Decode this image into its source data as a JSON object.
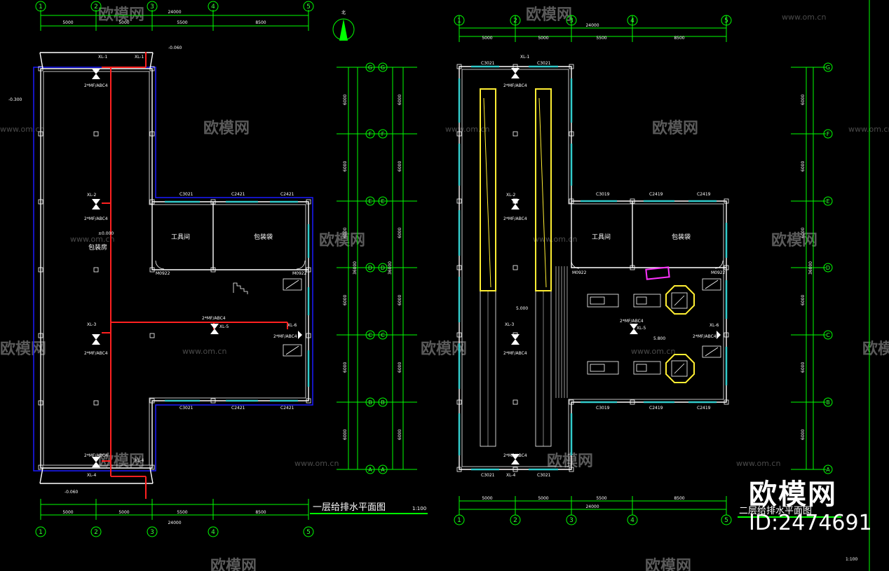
{
  "plans": {
    "first": {
      "title": "一层给排水平面图",
      "scale": "1:100",
      "axes_x": [
        "1",
        "2",
        "3",
        "4",
        "5"
      ],
      "axes_y": [
        "G",
        "F",
        "E",
        "D",
        "C",
        "B",
        "A"
      ],
      "dims_x": [
        "5000",
        "5000",
        "5500",
        "8500"
      ],
      "total_x": "24000",
      "dims_y": [
        "6000",
        "6000",
        "6000",
        "6000",
        "6000",
        "6000"
      ],
      "total_y": "36000",
      "rooms": [
        "工具间",
        "包装袋",
        "包装房"
      ],
      "risers": [
        "XL-1",
        "XL-2",
        "XL-3",
        "XL-4",
        "XL-5",
        "XL-6",
        "XL-1",
        "XL-4"
      ],
      "equip": "2*MF/ABC4",
      "levels": [
        "-0.060",
        "-0.300",
        "-0.060",
        "±0.000"
      ],
      "doors": [
        "M0922",
        "M0922"
      ],
      "windows": [
        "C3021",
        "C2421",
        "C2421",
        "C3021",
        "C2421",
        "C2421"
      ]
    },
    "second": {
      "title": "二层给排水平面图",
      "scale": "1:100",
      "axes_x": [
        "1",
        "2",
        "3",
        "4",
        "5"
      ],
      "axes_y": [
        "G",
        "F",
        "E",
        "D",
        "C",
        "B",
        "A"
      ],
      "dims_x": [
        "5000",
        "5000",
        "5500",
        "8500"
      ],
      "total_x": "24000",
      "dims_y": [
        "6000",
        "6000",
        "6000",
        "6000",
        "6000",
        "6000"
      ],
      "total_y": "36000",
      "rooms": [
        "工具间",
        "包装袋"
      ],
      "risers": [
        "XL-1",
        "XL-2",
        "XL-3",
        "XL-4",
        "XL-5",
        "XL-6"
      ],
      "equip": "2*MF/ABC4",
      "levels": [
        "5.000",
        "5.800"
      ],
      "doors": [
        "M0922",
        "M0922"
      ],
      "windows": [
        "C3021",
        "C3021",
        "C3019",
        "C2419",
        "C2419",
        "C3019",
        "C2419",
        "C2419",
        "C3021",
        "C3021"
      ]
    }
  },
  "north": "北",
  "watermark": {
    "brand": "欧模网",
    "site": "www.om.cn"
  },
  "brand": {
    "logo": "欧模网",
    "id": "ID:2474691"
  },
  "corner_note": "1:100",
  "colors": {
    "bg": "#000000",
    "axis": "#00ff00",
    "wall": "#ffffff",
    "pipe": "#ff2020",
    "window": "#33cccc",
    "outline": "#1a1aff",
    "highlight": "#ffee33",
    "magenta": "#ff33ff"
  }
}
